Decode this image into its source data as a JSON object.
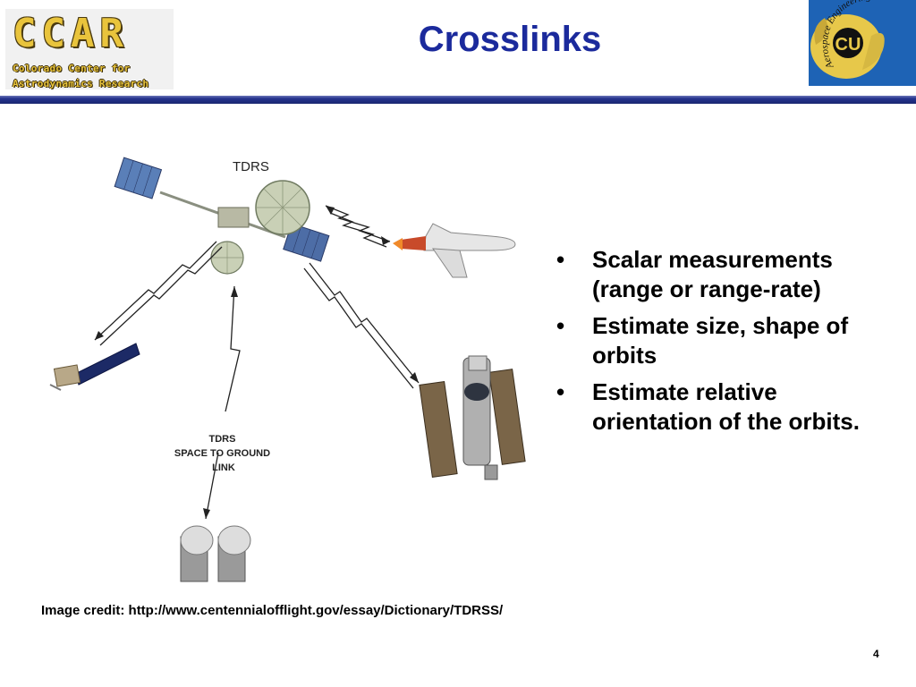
{
  "header": {
    "title": "Crosslinks",
    "ccar_logo": {
      "acronym": "CCAR",
      "line1": "Colorado Center for",
      "line2": "Astrodynamics Research"
    },
    "cu_logo": {
      "monogram": "CU",
      "arc_text": "Aerospace Engineering"
    },
    "rule_color": "#26348f"
  },
  "diagram": {
    "tdrs_label": "TDRS",
    "ground_link_label": [
      "TDRS",
      "SPACE TO GROUND",
      "LINK"
    ],
    "icons": [
      "tdrs-satellite-icon",
      "space-shuttle-icon",
      "hubble-telescope-icon",
      "satellite-icon",
      "ground-antenna-icon"
    ]
  },
  "bullets": [
    "Scalar measurements (range or range-rate)",
    "Estimate size, shape of orbits",
    "Estimate relative orientation of the orbits."
  ],
  "bullet_symbol": "•",
  "footer": {
    "image_credit": "Image credit: http://www.centennialofflight.gov/essay/Dictionary/TDRSS/",
    "page_number": "4"
  },
  "colors": {
    "title": "#1b2a9c",
    "text": "#000000",
    "ccar_gold": "#e9c43c",
    "cu_blue": "#1e63b5",
    "cu_gold": "#e7c84a"
  }
}
